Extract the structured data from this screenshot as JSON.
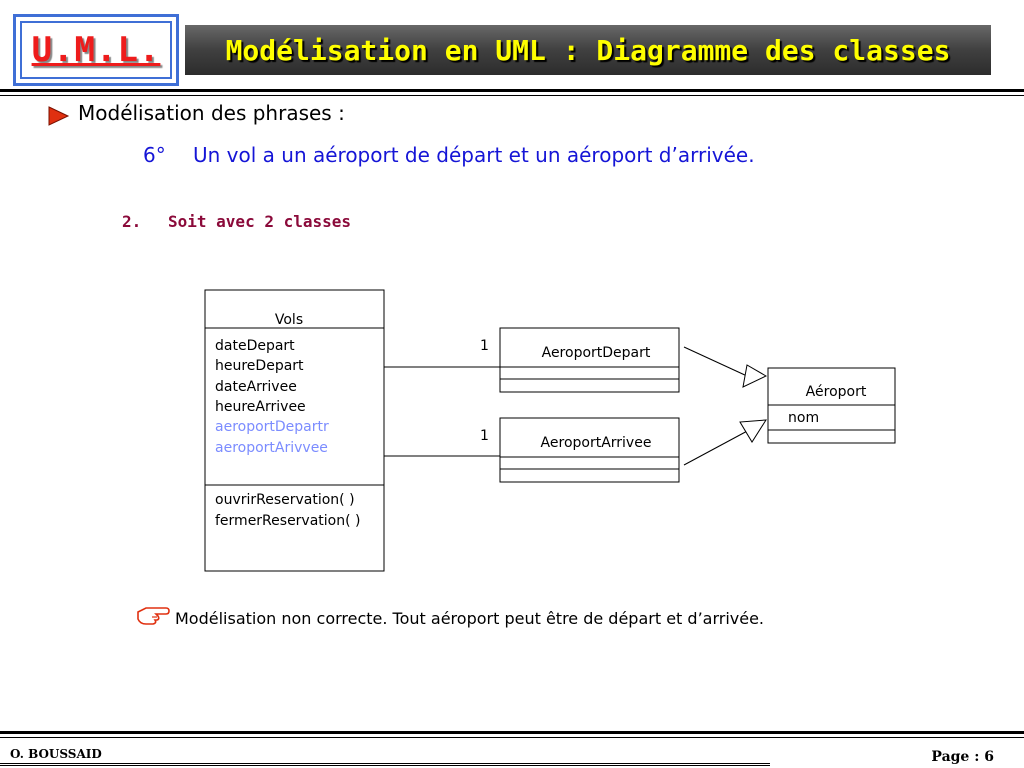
{
  "logo": {
    "text": "U.M.L."
  },
  "header": {
    "title": "Modélisation en UML : Diagramme des classes"
  },
  "content": {
    "heading": "Modélisation des phrases :",
    "phrase_number": "6°",
    "phrase_text": "Un vol a un aéroport de départ et un aéroport d’arrivée.",
    "step_number": "2.",
    "step_text": "Soit avec 2 classes",
    "note": "Modélisation non correcte. Tout aéroport peut être de départ et d’arrivée."
  },
  "diagram": {
    "vols": {
      "name": "Vols",
      "attributes": [
        "dateDepart",
        "heureDepart",
        "dateArrivee",
        "heureArrivee"
      ],
      "highlighted_attributes": [
        "aeroportDepartr",
        "aeroportArivvee"
      ],
      "methods": [
        "ouvrirReservation( )",
        "fermerReservation( )"
      ]
    },
    "aeroport_depart": {
      "name": "AeroportDepart",
      "multiplicity": "1"
    },
    "aeroport_arrivee": {
      "name": "AeroportArrivee",
      "multiplicity": "1"
    },
    "aeroport": {
      "name": "Aéroport",
      "attributes": [
        "nom"
      ]
    }
  },
  "colors": {
    "logo_text": "#ee1c1c",
    "logo_border": "#3f6fd6",
    "title_text": "#ffff00",
    "title_bar": "#404040",
    "phrase_text": "#1515d6",
    "step_text": "#8b0a3a",
    "highlighted_attribute": "#7b8cff"
  },
  "footer": {
    "author": "O. BOUSSAID",
    "page": "Page : 6"
  }
}
